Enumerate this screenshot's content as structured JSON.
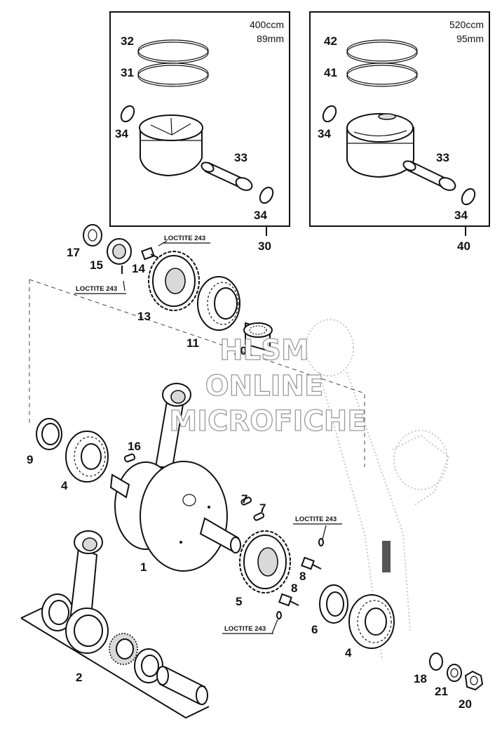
{
  "boxes": [
    {
      "displacement": "400ccm",
      "bore": "89mm",
      "assembly_number": "30",
      "labels": {
        "ring_top": "32",
        "ring_bottom": "31",
        "circlip_left": "34",
        "pin": "33",
        "circlip_right": "34"
      }
    },
    {
      "displacement": "520ccm",
      "bore": "95mm",
      "assembly_number": "40",
      "labels": {
        "ring_top": "42",
        "ring_bottom": "41",
        "circlip_left": "34",
        "pin": "33",
        "circlip_right": "34"
      }
    }
  ],
  "part_numbers": {
    "p17": "17",
    "p15": "15",
    "p14": "14",
    "p13": "13",
    "p11": "11",
    "p10": "10",
    "p9": "9",
    "p4_left": "4",
    "p16": "16",
    "p1": "1",
    "p2": "2",
    "p7a": "7",
    "p7b": "7",
    "p8_upper": "8",
    "p8_lower": "8",
    "p5": "5",
    "p6": "6",
    "p4_right": "4",
    "p18": "18",
    "p21": "21",
    "p20": "20"
  },
  "loctite": {
    "upper_right": "LOCTITE 243",
    "upper_left": "LOCTITE 243",
    "middle_right": "LOCTITE 243",
    "lower": "LOCTITE 243"
  },
  "watermark": {
    "line1": "HLSM",
    "line2": "ONLINE",
    "line3": "MICROFICHE"
  },
  "colors": {
    "ink": "#111111",
    "background": "#ffffff",
    "watermark_outline": "#9a9a9a"
  }
}
